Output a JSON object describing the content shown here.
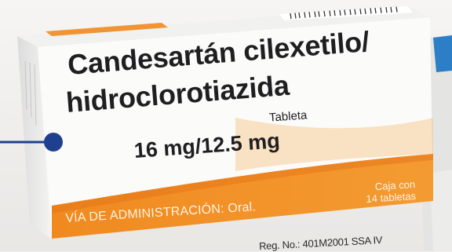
{
  "package": {
    "drug_name_line1": "Candesartán cilexetilo/",
    "drug_name_line2": "hidroclorotiazida",
    "dosage_form": "Tableta",
    "strength": "16 mg/12.5 mg",
    "route": "VÍA DE ADMINISTRACIÓN: Oral.",
    "box_count_line1": "Caja con",
    "box_count_line2": "14 tabletas",
    "registration": "Reg. No.: 401M2001 SSA IV"
  },
  "colors": {
    "orange": "#f28a1e",
    "deep_orange": "#e6761a",
    "navy": "#1f3f8f",
    "box_white": "#fbfbfa",
    "text_dark": "#1f1f22"
  }
}
